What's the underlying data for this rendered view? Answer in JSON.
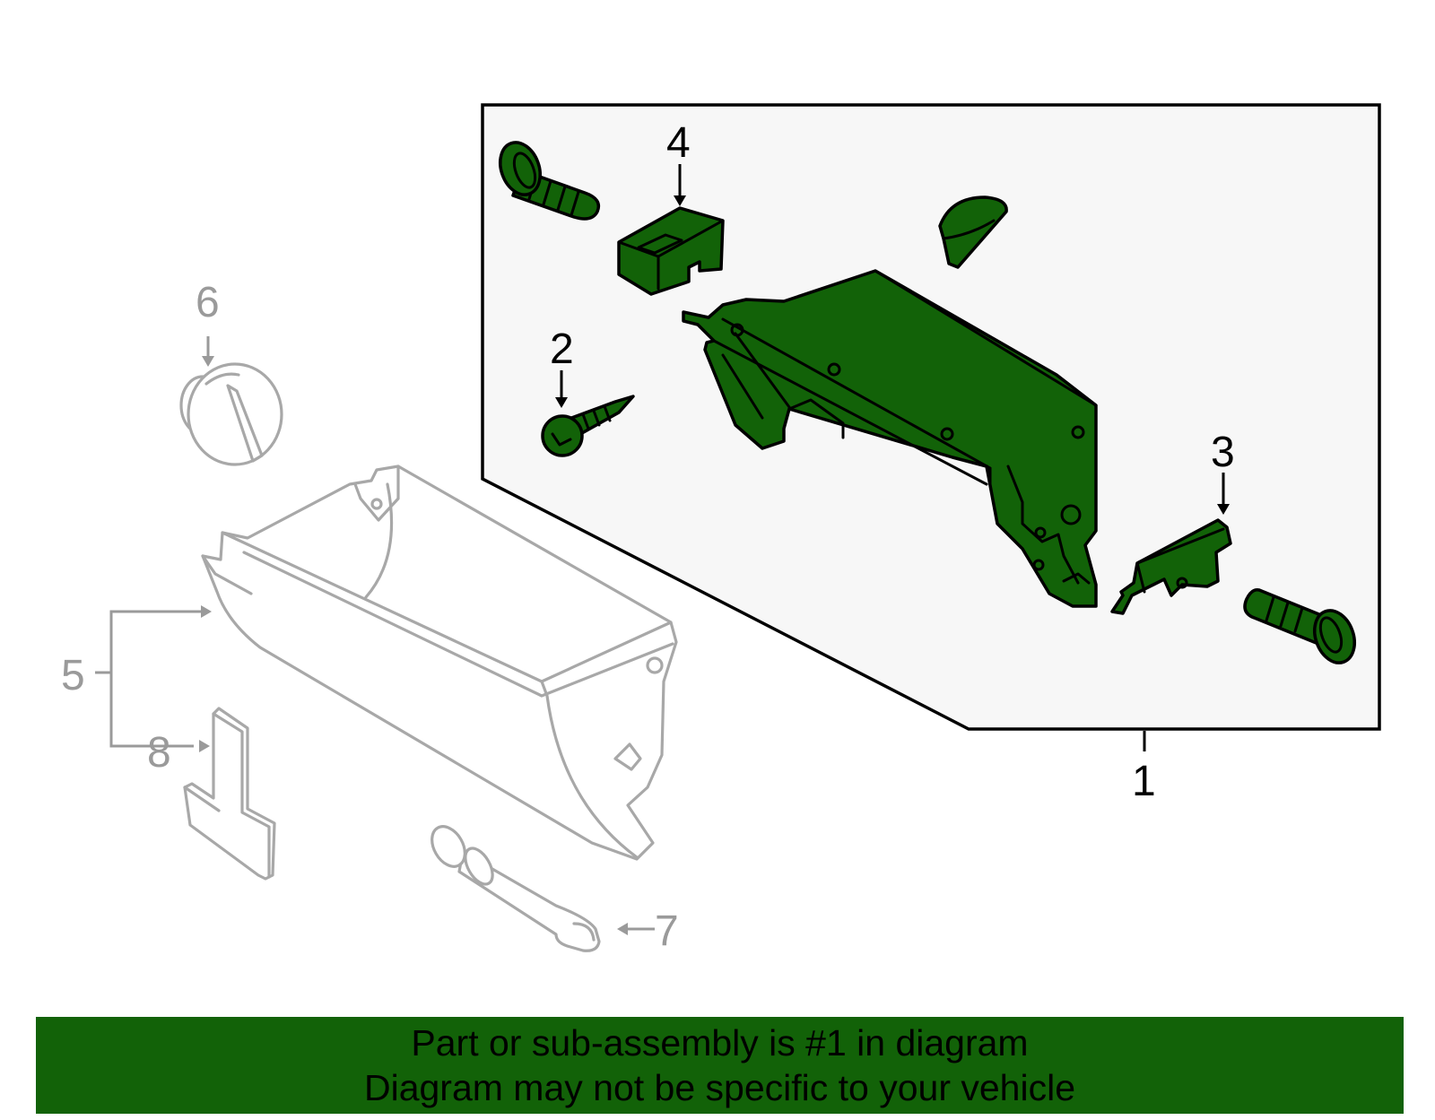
{
  "callouts": {
    "c1": "1",
    "c2": "2",
    "c3": "3",
    "c4": "4",
    "c5": "5",
    "c6": "6",
    "c7": "7",
    "c8": "8"
  },
  "banner": {
    "line1": "Part or sub-assembly is #1 in diagram",
    "line2": "Diagram may not be specific to your vehicle"
  },
  "colors": {
    "highlight_part": "#126208",
    "banner_background": "#126208",
    "assembly_panel": "#f7f7f7",
    "unhighlighted_outline": "#a8a8a8"
  }
}
